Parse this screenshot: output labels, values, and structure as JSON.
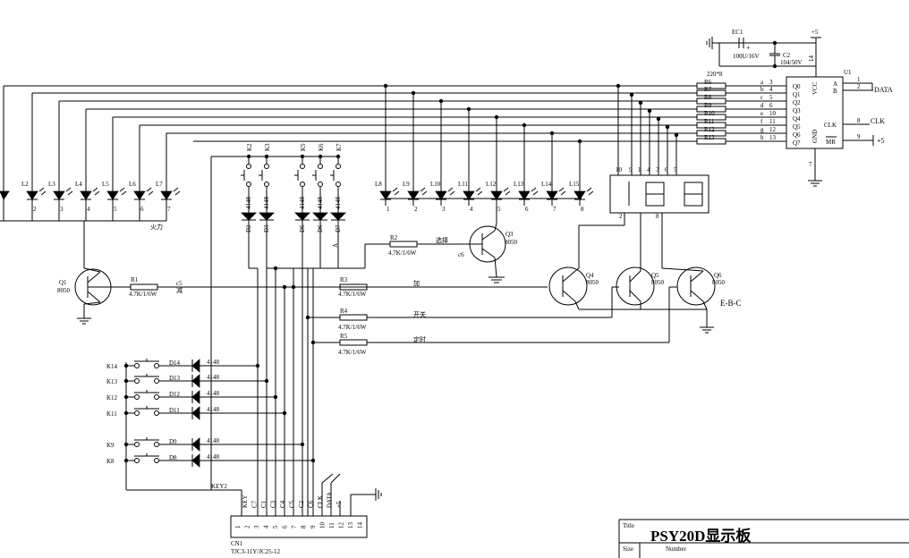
{
  "ic": {
    "ref": "U1",
    "outputs": [
      "Q0",
      "Q1",
      "Q2",
      "Q3",
      "Q4",
      "Q5",
      "Q6",
      "Q7"
    ],
    "pins_left": [
      "3",
      "4",
      "5",
      "6",
      "10",
      "11",
      "12",
      "13"
    ],
    "inputs": [
      "A",
      "B"
    ],
    "input_pins": [
      "1",
      "2"
    ],
    "vcc": "VCC",
    "gnd": "GND",
    "clk": "CLK",
    "mr": "MR",
    "clk_pin": "8",
    "mr_pin": "9",
    "vcc_pin": "14",
    "gnd_pin": "7",
    "data_net": "DATA",
    "clk_net": "CLK",
    "mr_net": "+5"
  },
  "resistor_network": {
    "label": "220*8",
    "refs": [
      "R6",
      "R7",
      "R8",
      "R9",
      "R10",
      "R11",
      "R12",
      "R13"
    ],
    "segments": [
      "a",
      "b",
      "c",
      "d",
      "e",
      "f",
      "g",
      "h"
    ]
  },
  "supply": {
    "vcc": "+5",
    "ec1": "EC1",
    "ec1_value": "100U/16V",
    "c2": "C2",
    "c2_value": "104/50V",
    "plus": "+"
  },
  "leds_left": {
    "refs": [
      "L2",
      "L3",
      "L4",
      "L5",
      "L6",
      "L7"
    ],
    "pins": [
      "2",
      "3",
      "4",
      "5",
      "6",
      "7"
    ],
    "label": "火力"
  },
  "leds_mid": {
    "refs": [
      "L8",
      "L9",
      "L10",
      "L11",
      "L12",
      "L13",
      "L14",
      "L15"
    ],
    "pins": [
      "1",
      "2",
      "3",
      "4",
      "5",
      "6",
      "7",
      "8"
    ]
  },
  "display": {
    "top_pins": [
      "10",
      "9",
      "1",
      "4",
      "3",
      "6",
      "5"
    ],
    "bottom_pins": [
      "2",
      "8"
    ]
  },
  "keys_top": {
    "refs": [
      "K2",
      "K3",
      "K5",
      "K6",
      "K7"
    ],
    "diodes": [
      "D2",
      "D3",
      "D5",
      "D6",
      "D7"
    ],
    "diode_type": "4148",
    "a_label": "A"
  },
  "keys_bottom": {
    "refs": [
      "K14",
      "K13",
      "K12",
      "K11",
      "K9",
      "K8"
    ],
    "diodes": [
      "D14",
      "D13",
      "D12",
      "D11",
      "D9",
      "D8"
    ],
    "diode_type": "4148",
    "key_net": "KEY2"
  },
  "transistors": {
    "q1": {
      "ref": "Q1",
      "type": "8050"
    },
    "q3": {
      "ref": "Q3",
      "type": "8050"
    },
    "q4": {
      "ref": "Q4",
      "type": "8050"
    },
    "q5": {
      "ref": "Q5",
      "type": "8050"
    },
    "q6": {
      "ref": "Q6",
      "type": "8050"
    },
    "pinout": "E-B-C"
  },
  "resistors": {
    "r1": {
      "ref": "R1",
      "value": "4.7K/1/6W",
      "net": "c5",
      "net_note": "减"
    },
    "r2": {
      "ref": "R2",
      "value": "4.7K/1/6W",
      "net_label": "选择",
      "net": "c6"
    },
    "r3": {
      "ref": "R3",
      "value": "4.7K/1/6W",
      "net_label": "加"
    },
    "r4": {
      "ref": "R4",
      "value": "4.7K/1/6W",
      "net_label": "开关"
    },
    "r5": {
      "ref": "R5",
      "value": "4.7K/1/6W",
      "net_label": "定时"
    }
  },
  "connector": {
    "ref": "CN1",
    "part": "TJC3-11Y/JC25-12",
    "pins": [
      "1",
      "2",
      "3",
      "4",
      "5",
      "6",
      "7",
      "8",
      "9",
      "10",
      "11",
      "12",
      "13",
      "14"
    ],
    "signals": [
      "KEY",
      "C7",
      "C1",
      "C3",
      "C4",
      "C5",
      "C2",
      "C6",
      "CLK",
      "DATA",
      "+5"
    ]
  },
  "title_block": {
    "title_label": "Title",
    "title": "PSY20D显示板",
    "size_label": "Size",
    "number_label": "Number"
  }
}
